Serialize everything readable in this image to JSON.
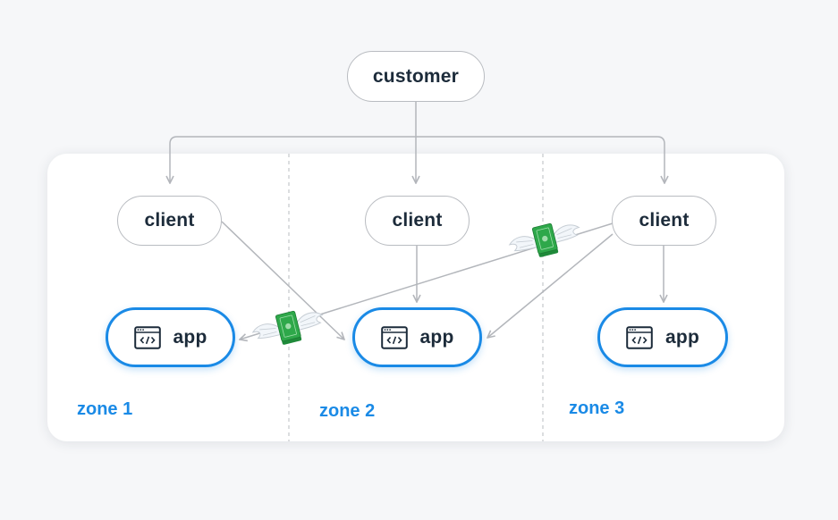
{
  "customer": {
    "label": "customer"
  },
  "clients": [
    {
      "label": "client"
    },
    {
      "label": "client"
    },
    {
      "label": "client"
    }
  ],
  "apps": [
    {
      "label": "app",
      "icon": "code-window-icon"
    },
    {
      "label": "app",
      "icon": "code-window-icon"
    },
    {
      "label": "app",
      "icon": "code-window-icon"
    }
  ],
  "zones": [
    {
      "label": "zone 1"
    },
    {
      "label": "zone 2"
    },
    {
      "label": "zone 3"
    }
  ],
  "icons": {
    "transfer": "flying-money-icon"
  },
  "colors": {
    "accent": "#1a8ae6",
    "text": "#1c2b3a",
    "connector": "#b3b6bb",
    "money": "#2ea84a"
  }
}
